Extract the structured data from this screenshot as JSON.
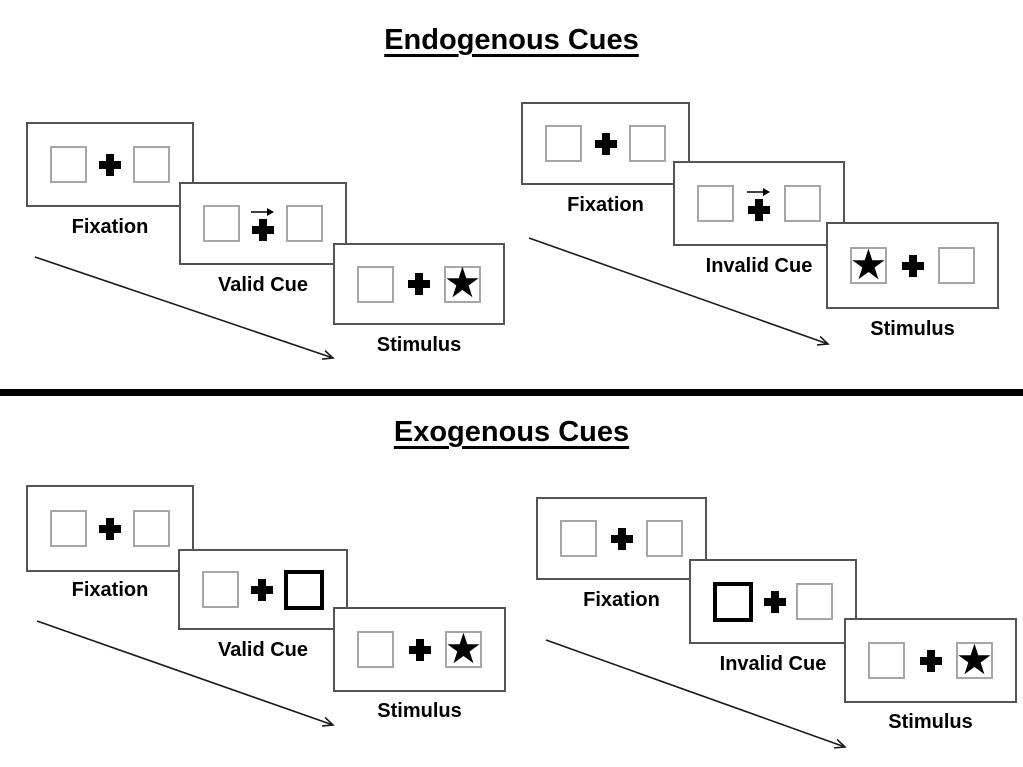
{
  "icons": {
    "star_glyph": "★"
  },
  "colors": {
    "panel_border": "#545454",
    "placeholder_box_border": "#a6a6a6",
    "cue_box_border": "#000000",
    "ink": "#000000",
    "background": "#ffffff"
  },
  "sections": [
    {
      "title": "Endogenous Cues",
      "cue_type": "central arrow cue",
      "sequences": [
        {
          "name": "valid",
          "cue_direction": "right",
          "stimulus_side": "right",
          "steps": [
            {
              "label": "Fixation"
            },
            {
              "label": "Valid Cue"
            },
            {
              "label": "Stimulus"
            }
          ]
        },
        {
          "name": "invalid",
          "cue_direction": "right",
          "stimulus_side": "left",
          "steps": [
            {
              "label": "Fixation"
            },
            {
              "label": "Invalid Cue"
            },
            {
              "label": "Stimulus"
            }
          ]
        }
      ]
    },
    {
      "title": "Exogenous Cues",
      "cue_type": "peripheral box cue",
      "sequences": [
        {
          "name": "valid",
          "cue_side": "right",
          "stimulus_side": "right",
          "steps": [
            {
              "label": "Fixation"
            },
            {
              "label": "Valid Cue"
            },
            {
              "label": "Stimulus"
            }
          ]
        },
        {
          "name": "invalid",
          "cue_side": "left",
          "stimulus_side": "right",
          "steps": [
            {
              "label": "Fixation"
            },
            {
              "label": "Invalid Cue"
            },
            {
              "label": "Stimulus"
            }
          ]
        }
      ]
    }
  ]
}
